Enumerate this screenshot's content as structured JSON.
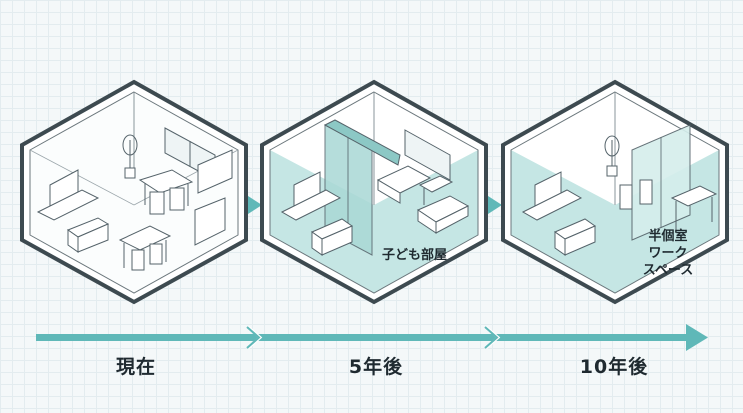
{
  "stages": [
    {
      "label": "現在"
    },
    {
      "label": "5年後",
      "note": "子ども部屋"
    },
    {
      "label": "10年後",
      "note_lines": [
        "半個室",
        "ワーク",
        "スペース"
      ]
    }
  ],
  "colors": {
    "accent": "#5fb8b8",
    "floor_tint": "#bfe3e1",
    "line": "#3d4a50"
  },
  "icons": [
    "sofa-icon",
    "tv-icon",
    "dining-table-icon",
    "plant-icon",
    "bed-icon",
    "desk-icon",
    "partition-icon"
  ]
}
